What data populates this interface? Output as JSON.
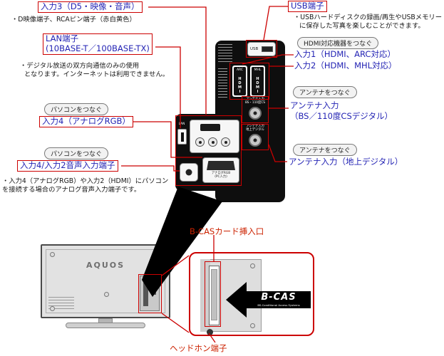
{
  "colors": {
    "label_blue": "#2323b4",
    "callout_red": "#cc0000",
    "panel_black": "#0e0e0e"
  },
  "left": {
    "input3_label": "入力3（D5・映像・音声）",
    "input3_note": "・D映像端子、RCAピン端子（赤白黄色）",
    "lan_label_1": "LAN端子",
    "lan_label_2": "(10BASE-T／100BASE-TX)",
    "lan_note_1": "・デジタル放送の双方向通信のみの使用",
    "lan_note_2": "となります。インターネットは利用できません。",
    "pc_tag_1": "パソコンをつなぐ",
    "input4_rgb_label": "入力4（アナログRGB）",
    "pc_tag_2": "パソコンをつなぐ",
    "input4_audio_label": "入力4/入力2音声入力端子",
    "input4_audio_note_1": "・入力4（アナログRGB）や入力2（HDMI）にパソコン",
    "input4_audio_note_2": "を接続する場合のアナログ音声入力端子です。"
  },
  "right": {
    "usb_label": "USB端子",
    "usb_note_1": "・USBハードディスクの録画/再生やUSBメモリー",
    "usb_note_2": "に保存した写真を楽しむことができます。",
    "hdmi_tag": "HDMI対応機器をつなぐ",
    "input1_label": "入力1（HDMI、ARC対応）",
    "input2_label": "入力2（HDMI、MHL対応）",
    "antenna_tag_1": "アンテナをつなぐ",
    "antenna_bs_1": "アンテナ入力",
    "antenna_bs_2": "（BS／110度CSデジタル）",
    "antenna_tag_2": "アンテナをつなぐ",
    "antenna_terrestrial_label": "アンテナ入力（地上デジタル）"
  },
  "panel": {
    "usb_port": "USB",
    "hdmi1_type": "ARC",
    "hdmi1_logo": "HDMI",
    "hdmi2_type": "MHL",
    "hdmi2_logo": "HDMI",
    "ant_bs_1": "アンテナ入力",
    "ant_bs_2": "BS・110度CS",
    "ant_gr_1": "アンテナ入力",
    "ant_gr_2": "地上デジタル",
    "lan_port": "LAN",
    "vga_1": "アナログRGB",
    "vga_2": "(PC入力)"
  },
  "bottom": {
    "tv_brand": "AQUOS",
    "bcas_label": "B-CASカード挿入口",
    "bcas_arrow": "B-CAS",
    "bcas_sub": "BS-Conditional Access Systems",
    "headphone_label": "ヘッドホン端子"
  }
}
